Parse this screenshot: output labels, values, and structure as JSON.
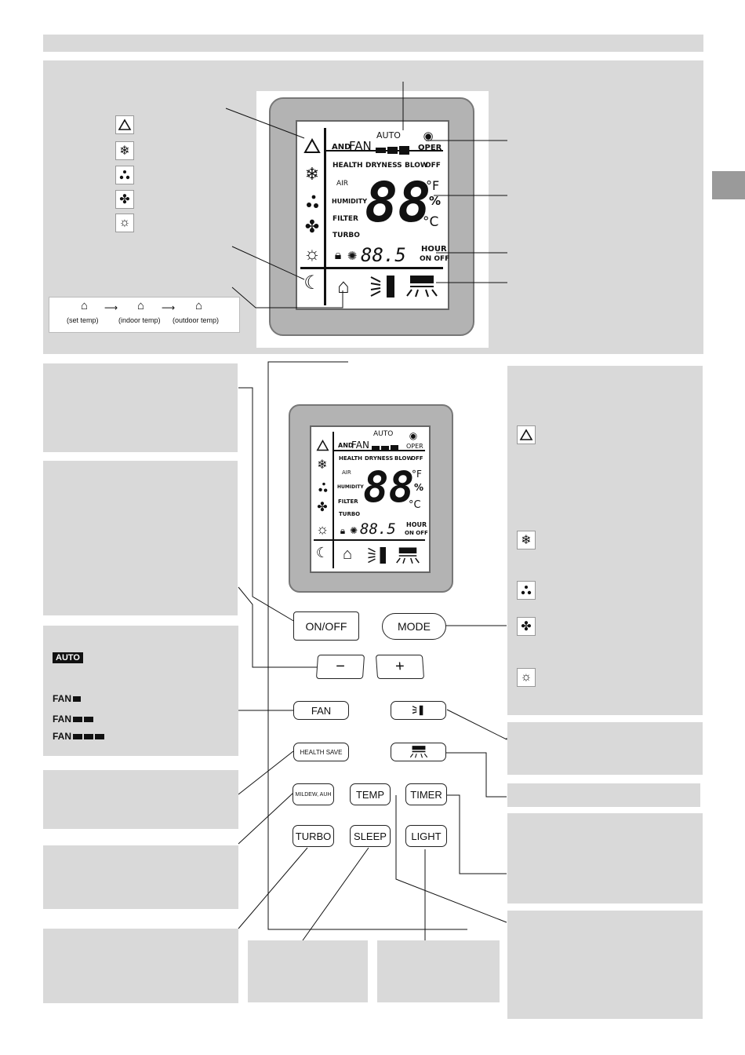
{
  "header_bar": {
    "text": ""
  },
  "lcd_top": {
    "auto": "AUTO",
    "and": "AND",
    "fan": "FAN",
    "oper": "OPER",
    "health": "HEALTH",
    "dryness": "DRYNESS",
    "blow": "BLOW",
    "off": "OFF",
    "air": "AIR",
    "humidity": "HUMIDITY",
    "filter": "FILTER",
    "turbo": "TURBO",
    "big_digits": "88",
    "unit_f": "°F",
    "unit_pct": "%",
    "unit_c": "°C",
    "small_digits": "88.5",
    "hour": "HOUR",
    "on_off": "ON OFF"
  },
  "mode_symbols_left": [
    "auto-mode-icon",
    "cool-mode-icon",
    "dry-mode-icon",
    "fan-mode-icon",
    "heat-mode-icon"
  ],
  "temp_display_legend": {
    "set_temp": "(set temp)",
    "indoor_temp": "(indoor temp)",
    "outdoor_temp": "(outdoor temp)"
  },
  "fan_legend": {
    "auto": "AUTO",
    "fan": "FAN"
  },
  "buttons": {
    "on_off": "ON/OFF",
    "mode": "MODE",
    "minus": "−",
    "plus": "+",
    "fan": "FAN",
    "health_save": "HEALTH  SAVE",
    "mildew_auh": "MILDEW, AUH",
    "temp": "TEMP",
    "timer": "TIMER",
    "turbo": "TURBO",
    "sleep": "SLEEP",
    "light": "LIGHT"
  },
  "colors": {
    "panel_gray": "#d9d9d9",
    "lcd_frame": "#b3b3b3"
  }
}
